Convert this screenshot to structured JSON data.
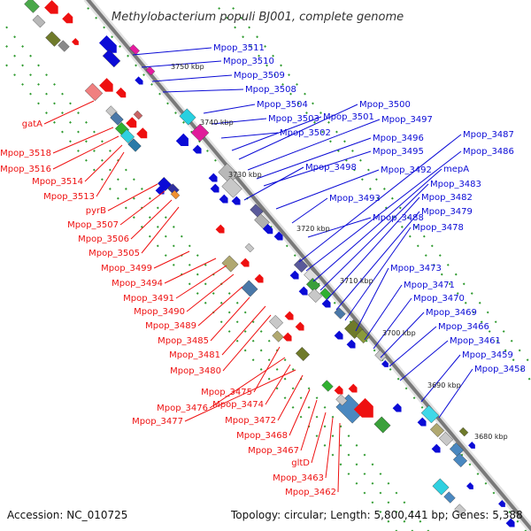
{
  "title": "Methylobacterium populi BJ001, complete genome",
  "accession": "Accession: NC_010725",
  "summary": "Topology: circular; Length: 5,800,441 bp; Genes: 5,388",
  "colors": {
    "forward_strand": "#0b0bd6",
    "reverse_strand": "#ee1010",
    "backbone": "#888888",
    "tick": "#2e9a2e"
  },
  "kbp_ticks": [
    "3750 kbp",
    "3740 kbp",
    "3730 kbp",
    "3720 kbp",
    "3710 kbp",
    "3700 kbp",
    "3690 kbp",
    "3680 kbp"
  ],
  "forward_labels": [
    "Mpop_3511",
    "Mpop_3510",
    "Mpop_3509",
    "Mpop_3508",
    "Mpop_3504",
    "Mpop_3503",
    "Mpop_3502",
    "Mpop_3501",
    "Mpop_3500",
    "Mpop_3497",
    "Mpop_3496",
    "Mpop_3495",
    "Mpop_3498",
    "Mpop_3492",
    "Mpop_3493",
    "Mpop_3488",
    "Mpop_3487",
    "Mpop_3486",
    "mepA",
    "Mpop_3483",
    "Mpop_3482",
    "Mpop_3479",
    "Mpop_3478",
    "Mpop_3473",
    "Mpop_3471",
    "Mpop_3470",
    "Mpop_3469",
    "Mpop_3466",
    "Mpop_3461",
    "Mpop_3459",
    "Mpop_3458"
  ],
  "reverse_labels": [
    "gatA",
    "Mpop_3518",
    "Mpop_3516",
    "Mpop_3514",
    "Mpop_3513",
    "pyrB",
    "Mpop_3507",
    "Mpop_3506",
    "Mpop_3505",
    "Mpop_3499",
    "Mpop_3494",
    "Mpop_3491",
    "Mpop_3490",
    "Mpop_3489",
    "Mpop_3485",
    "Mpop_3481",
    "Mpop_3480",
    "Mpop_3475",
    "Mpop_3476",
    "Mpop_3474",
    "Mpop_3477",
    "Mpop_3472",
    "Mpop_3468",
    "Mpop_3467",
    "gltD",
    "Mpop_3463",
    "Mpop_3462"
  ]
}
